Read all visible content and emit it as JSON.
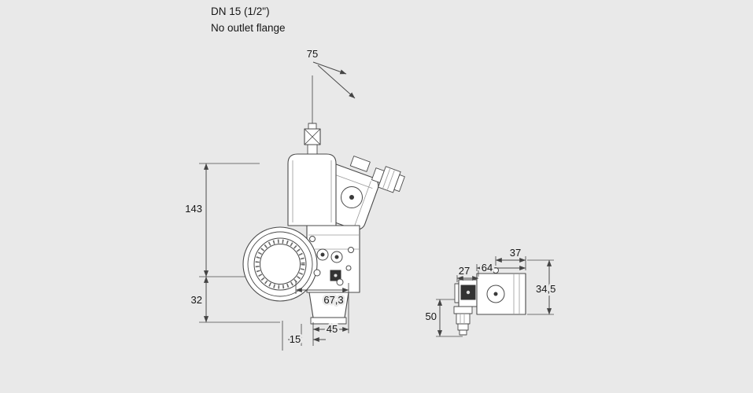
{
  "colors": {
    "background": "#e9e9e9",
    "ink": "#4a4a4a",
    "text": "#161616",
    "dark_fill": "#333333",
    "part_fill": "#ffffff"
  },
  "header": {
    "line1": "DN 15 (1/2\")",
    "line2": "No outlet flange"
  },
  "front_view": {
    "dim_top_width": "75",
    "dim_height_upper": "143",
    "dim_height_lower": "32",
    "dim_bottom_offset": "15",
    "dim_bottom_width": "45",
    "dim_body_width": "67,3"
  },
  "side_view": {
    "dim_top": "37",
    "dim_total_width": "64",
    "dim_left": "27",
    "dim_height_right": "34,5",
    "dim_height_left": "50"
  }
}
